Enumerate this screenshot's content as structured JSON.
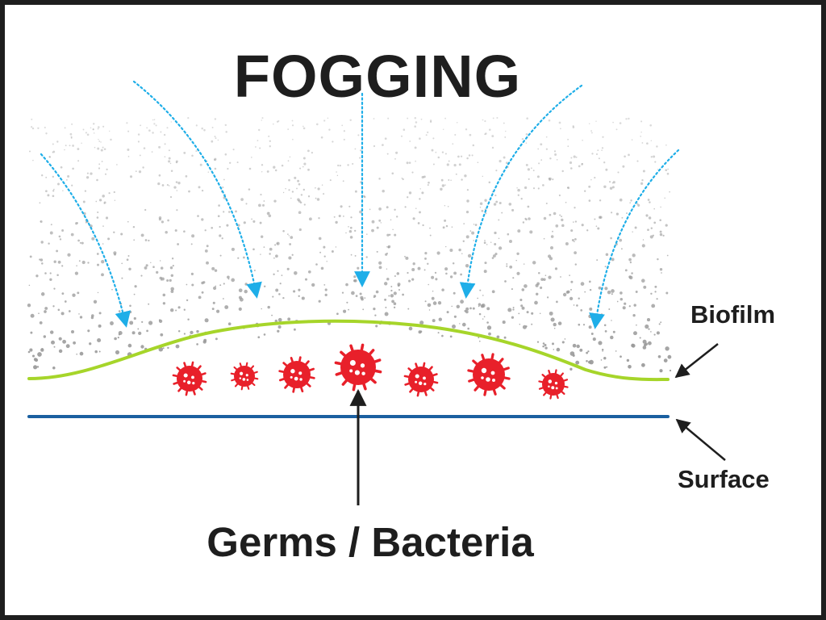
{
  "title": "FOGGING",
  "labels": {
    "biofilm": "Biofilm",
    "surface": "Surface",
    "germs": "Germs / Bacteria"
  },
  "colors": {
    "border": "#1e1e1e",
    "text": "#1e1e1e",
    "fog_particles": "#9a9a9a",
    "flow_arrows": "#1eaee8",
    "biofilm_line": "#a6d52a",
    "surface_line": "#1a5fa0",
    "bacteria": "#e8202a"
  },
  "icons": [
    "bacteria-icon",
    "flow-arrow-icon",
    "pointer-arrow-icon"
  ]
}
